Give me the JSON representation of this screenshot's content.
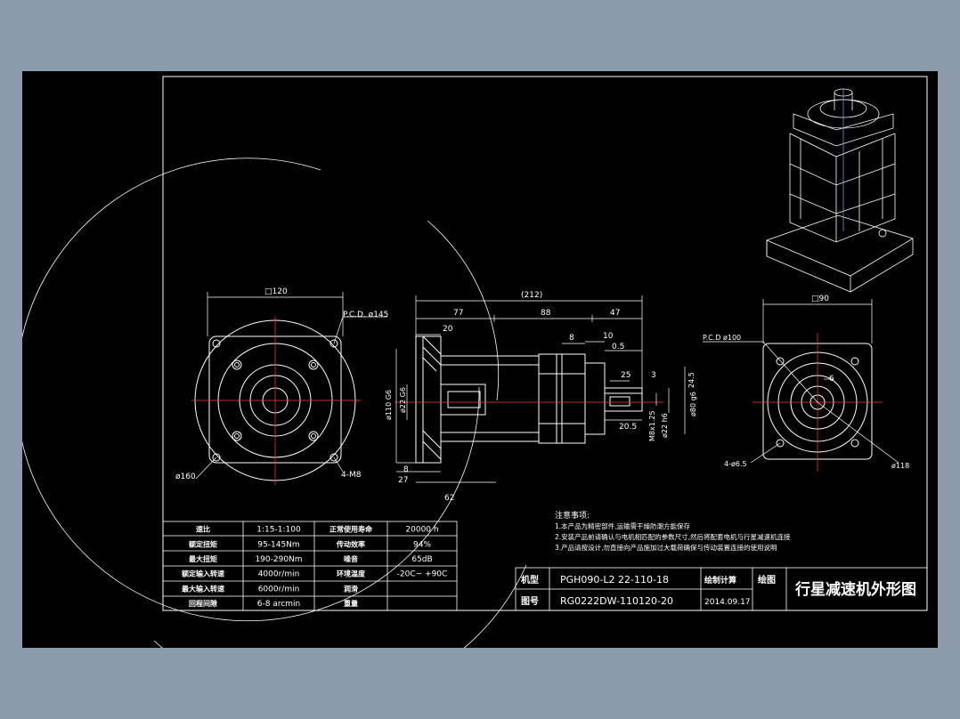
{
  "colors": {
    "background": "#8c9aae",
    "sheet": "#000000",
    "line": "#ffffff",
    "centerline": "#ff3b3b",
    "axis": "#7ea7ff"
  },
  "front_view": {
    "dim_width": "□120",
    "pcd": "P.C.D. ø145",
    "dia": "ø160",
    "holes": "4-M8"
  },
  "side_view": {
    "total": "(212)",
    "seg1": "77",
    "seg2": "88",
    "seg3": "47",
    "flange": "20",
    "d8_top": "8",
    "d10": "10",
    "d05": "0.5",
    "d25": "25",
    "d3": "3",
    "d245": "24.5",
    "d205": "20.5",
    "thread": "M8x1.25",
    "shaft_dia": "ø22 h6",
    "out_dia": "ø80 g6",
    "in_dia": "ø110 G6",
    "bore": "ø22 G6",
    "d8_bot": "8",
    "d27": "27",
    "d62": "62"
  },
  "rear_view": {
    "dim_width": "□90",
    "pcd": "P.C.D ø100",
    "holes": "4-ø6.5",
    "dia": "ø118",
    "key": "6"
  },
  "notes": {
    "title": "注意事项:",
    "lines": [
      "1.本产品为精密部件,运输需干燥防潮方能保存",
      "2.安装产品前请确认与电机相匹配的参数尺寸,然后将配套电机与行星减速机连接",
      "3.产品请按设计,勿直接向产品施加过大载荷确保与传动装置连接的使用说明"
    ]
  },
  "spec_table": {
    "rows": [
      [
        "速比",
        "1:15-1:100",
        "正常使用寿命",
        "20000 h"
      ],
      [
        "额定扭矩",
        "95-145Nm",
        "传动效率",
        "94%"
      ],
      [
        "最大扭矩",
        "190-290Nm",
        "噪音",
        "65dB"
      ],
      [
        "额定输入转速",
        "4000r/min",
        "环境温度",
        "-20C~ +90C"
      ],
      [
        "最大输入转速",
        "6000r/min",
        "润滑",
        ""
      ],
      [
        "回程间隙",
        "6-8 arcmin",
        "重量",
        ""
      ]
    ]
  },
  "title_block": {
    "model_label": "机型",
    "model_value": "PGH090-L2 22-110-18",
    "drawing_label": "图号",
    "drawing_value": "RG0222DW-110120-20",
    "draft_label": "绘制计算",
    "date": "2014.09.17",
    "author_label": "绘图",
    "title": "行星减速机外形图"
  }
}
